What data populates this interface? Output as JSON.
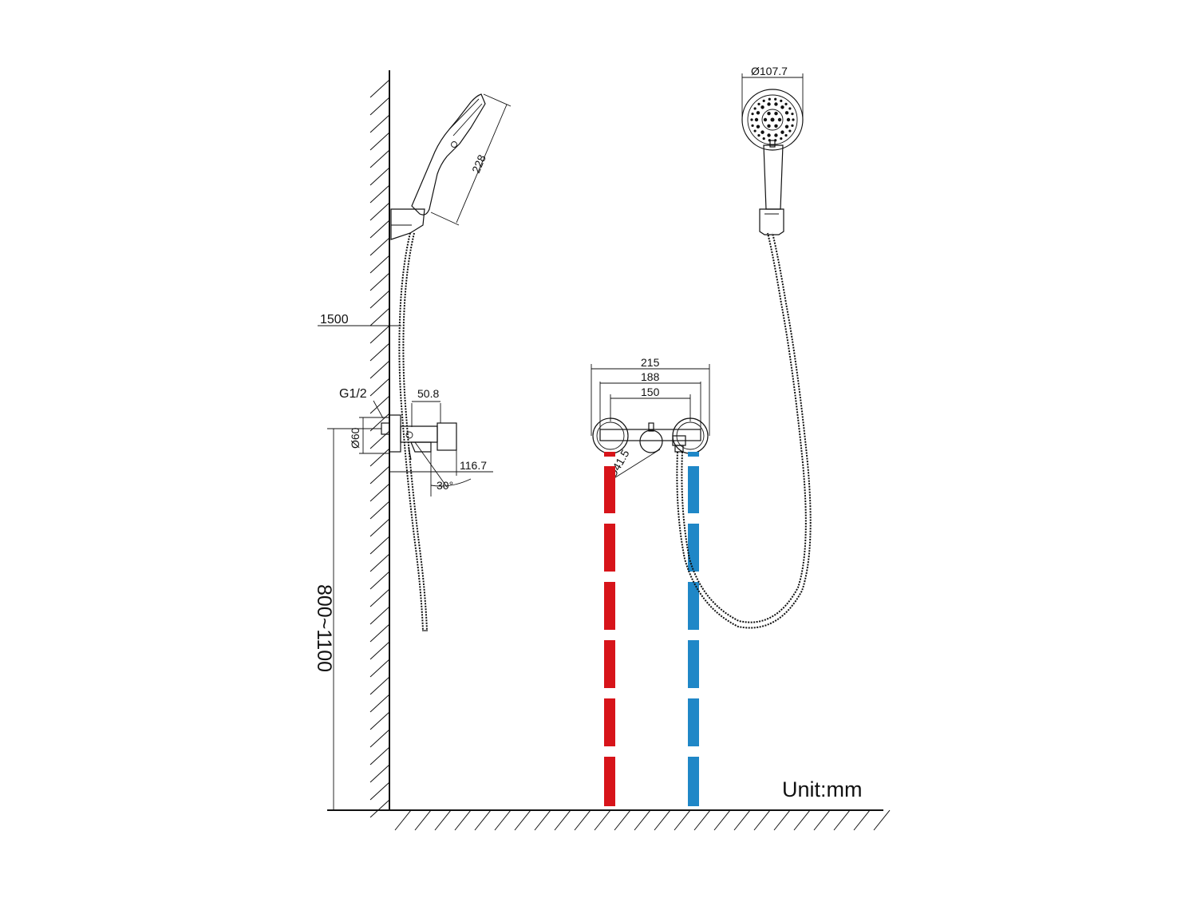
{
  "dimensions": {
    "hose_length": "1500",
    "handshower_length": "228",
    "handshower_diameter": "Ø107.7",
    "thread": "G1/2",
    "depth_50": "50.8",
    "body_diameter": "Ø60",
    "projection": "116.7",
    "angle": "30°",
    "width_215": "215",
    "width_188": "188",
    "width_150": "150",
    "knob_diameter": "Ø41.5",
    "mount_height": "800~1100"
  },
  "unit_label": "Unit:mm",
  "pipe_colors": {
    "hot": "#d7141a",
    "cold": "#1f87c7"
  }
}
